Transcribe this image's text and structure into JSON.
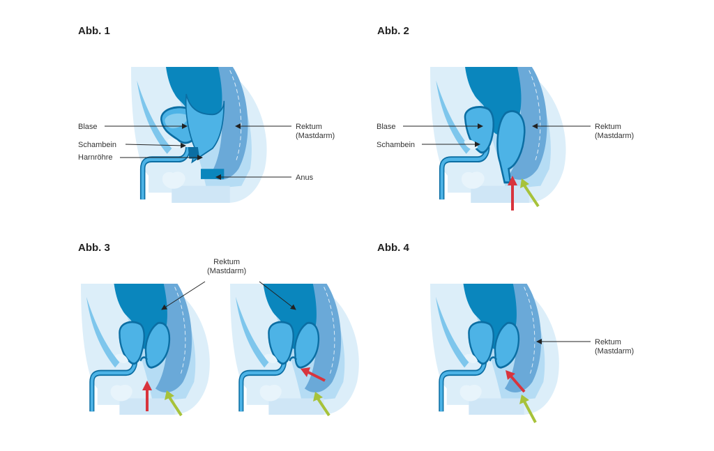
{
  "figures": {
    "f1": {
      "title": "Abb. 1",
      "blase": "Blase",
      "schambein": "Schambein",
      "harnroehre": "Harnröhre",
      "rektum": "Rektum",
      "mastdarm": "(Mastdarm)",
      "anus": "Anus"
    },
    "f2": {
      "title": "Abb. 2",
      "blase": "Blase",
      "schambein": "Schambein",
      "rektum": "Rektum",
      "mastdarm": "(Mastdarm)"
    },
    "f3": {
      "title": "Abb. 3",
      "rektum": "Rektum",
      "mastdarm": "(Mastdarm)"
    },
    "f4": {
      "title": "Abb. 4",
      "rektum": "Rektum",
      "mastdarm": "(Mastdarm)"
    }
  },
  "colors": {
    "body_light": "#dceef9",
    "body_mid": "#b5dcf4",
    "organ_blue": "#4db3e6",
    "organ_dark": "#0a86bd",
    "rectum_wall": "#6aa9d8",
    "outline": "#0b6ea3",
    "arrow_red": "#d8343d",
    "arrow_green": "#a7c23a",
    "label_line": "#222222"
  }
}
